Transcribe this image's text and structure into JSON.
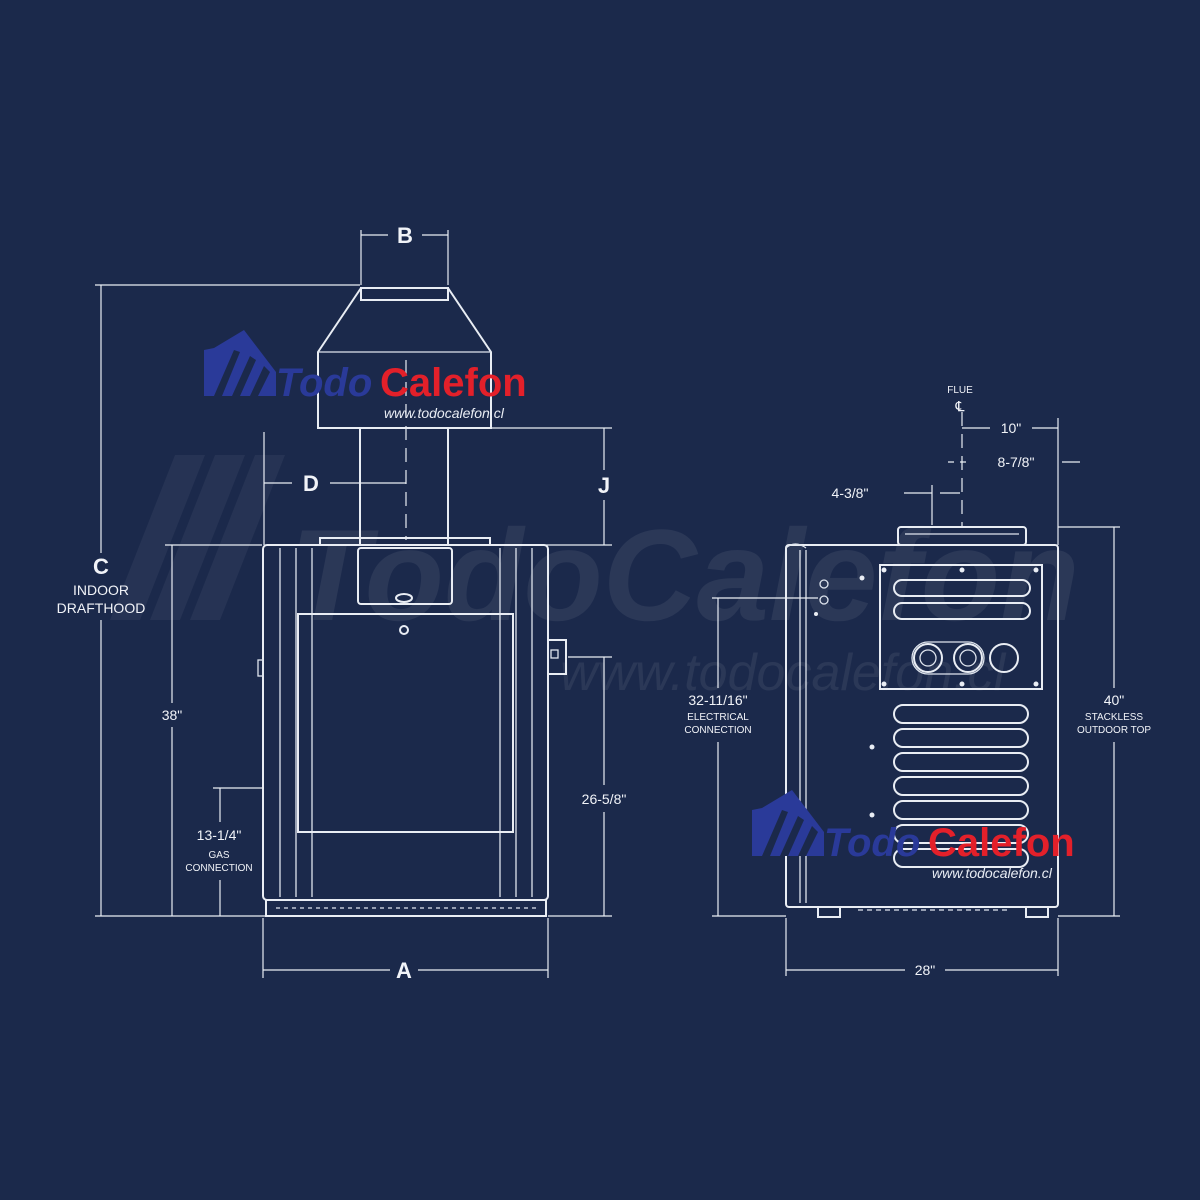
{
  "watermark": {
    "brand_text": "TodoCalefon",
    "url_text": "www.todocalefon.cl"
  },
  "logos": [
    {
      "todo": "Todo",
      "calefon": "Calefon",
      "url": "www.todocalefon.cl"
    },
    {
      "todo": "Todo",
      "calefon": "Calefon",
      "url": "www.todocalefon.cl"
    }
  ],
  "front_view": {
    "labels": {
      "b": "B",
      "c": "C",
      "c_line1": "INDOOR",
      "c_line2": "DRAFTHOOD",
      "d": "D",
      "j": "J",
      "height_38": "38\"",
      "gas_height": "13-1/4\"",
      "gas_line1": "GAS",
      "gas_line2": "CONNECTION",
      "height_26": "26-5/8\"",
      "a": "A"
    }
  },
  "side_view": {
    "labels": {
      "flue": "FLUE",
      "flue_cl": "℄",
      "dim_10": "10\"",
      "dim_878": "8-7/8\"",
      "dim_438": "4-3/8\"",
      "elec_height": "32-11/16\"",
      "elec_line1": "ELECTRICAL",
      "elec_line2": "CONNECTION",
      "stackless_height": "40\"",
      "stackless_line1": "STACKLESS",
      "stackless_line2": "OUTDOOR TOP",
      "width_28": "28\""
    }
  },
  "colors": {
    "background": "#1b294b",
    "lines": "#e9edf4",
    "logo_blue": "#2a3a99",
    "logo_red": "#e3202a"
  }
}
